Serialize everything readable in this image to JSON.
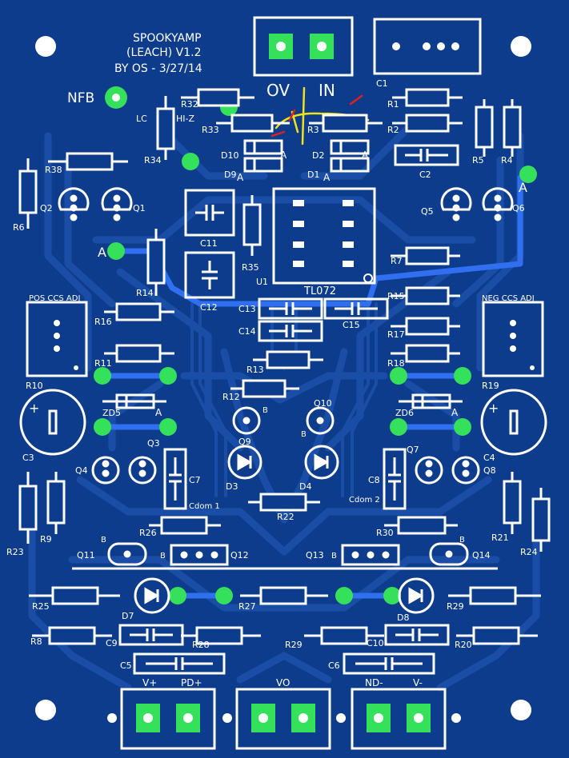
{
  "title": {
    "line1": "SPOOKYAMP",
    "line2": "(LEACH) V1.2",
    "line3": "BY OS - 3/27/14"
  },
  "labels": {
    "nfb": "NFB",
    "ov": "OV",
    "in": "IN",
    "lc": "LC",
    "hiz": "HI-Z",
    "a": "A",
    "pos_ccs": "POS CCS ADJ",
    "neg_ccs": "NEG CCS ADJ",
    "tl072": "TL072",
    "cdom1": "Cdom 1",
    "cdom2": "Cdom 2",
    "vplus": "V+",
    "pdplus": "PD+",
    "vo": "VO",
    "ndminus": "ND-",
    "vminus": "V-",
    "b": "B"
  },
  "designators": {
    "r1": "R1",
    "r2": "R2",
    "r3": "R3",
    "r4": "R4",
    "r5": "R5",
    "r6": "R6",
    "r7": "R7",
    "r8": "R8",
    "r9": "R9",
    "r10": "R10",
    "r11": "R11",
    "r12": "R12",
    "r13": "R13",
    "r14": "R14",
    "r15": "R15",
    "r16": "R16",
    "r17": "R17",
    "r18": "R18",
    "r19": "R19",
    "r20": "R20",
    "r21": "R21",
    "r22": "R22",
    "r23": "R23",
    "r24": "R24",
    "r25": "R25",
    "r26": "R26",
    "r27": "R27",
    "r28": "R28",
    "r29": "R29",
    "r30": "R30",
    "r32": "R32",
    "r33": "R33",
    "r34": "R34",
    "r35": "R35",
    "r38": "R38",
    "r9b": "R9",
    "r29b": "R29",
    "c1": "C1",
    "c2": "C2",
    "c3": "C3",
    "c4": "C4",
    "c5": "C5",
    "c6": "C6",
    "c7": "C7",
    "c8": "C8",
    "c9": "C9",
    "c10": "C10",
    "c11": "C11",
    "c12": "C12",
    "c13": "C13",
    "c14": "C14",
    "c15": "C15",
    "q1": "Q1",
    "q2": "Q2",
    "q3": "Q3",
    "q4": "Q4",
    "q5": "Q5",
    "q6": "Q6",
    "q7": "Q7",
    "q8": "Q8",
    "q9": "Q9",
    "q10": "Q10",
    "q11": "Q11",
    "q12": "Q12",
    "q13": "Q13",
    "q14": "Q14",
    "d1": "D1",
    "d2": "D2",
    "d3": "D3",
    "d4": "D4",
    "d7": "D7",
    "d8": "D8",
    "d9": "D9",
    "d10": "D10",
    "zd5": "ZD5",
    "zd6": "ZD6",
    "u1": "U1"
  },
  "colors": {
    "board": "#0d3c8c",
    "trace": "#1a4ea6",
    "silk": "#ffffff",
    "pad": "#35e05a",
    "jumper": "#2f6ff0",
    "hole": "#ffffff"
  }
}
